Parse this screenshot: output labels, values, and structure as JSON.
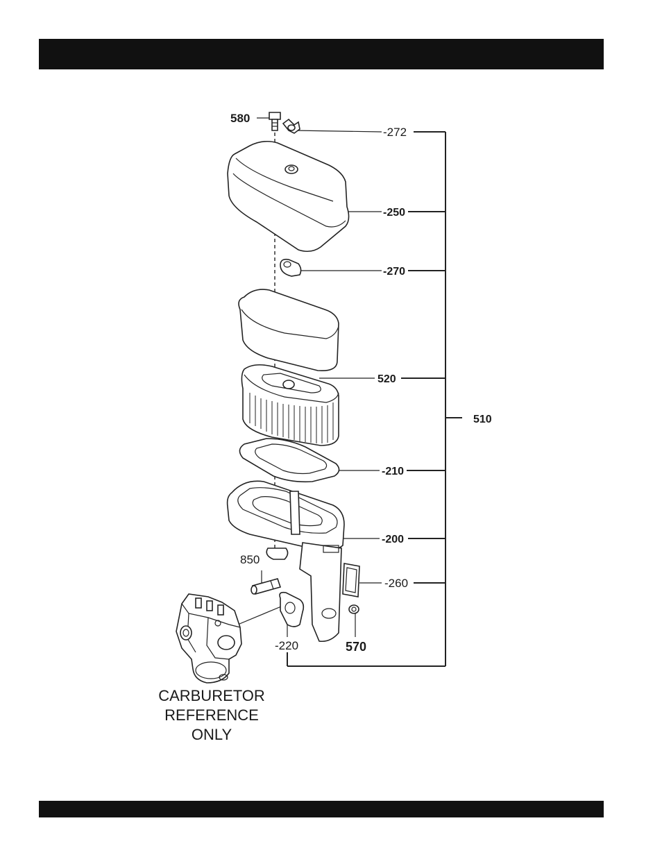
{
  "callouts": {
    "p580": "580",
    "p272": "-272",
    "p250": "-250",
    "p270": "-270",
    "p520": "520",
    "p510": "510",
    "p210": "-210",
    "p200": "-200",
    "p850": "850",
    "p260": "-260",
    "p220": "-220",
    "p570": "570"
  },
  "note": {
    "line1": "CARBURETOR",
    "line2": "REFERENCE",
    "line3": "ONLY"
  }
}
